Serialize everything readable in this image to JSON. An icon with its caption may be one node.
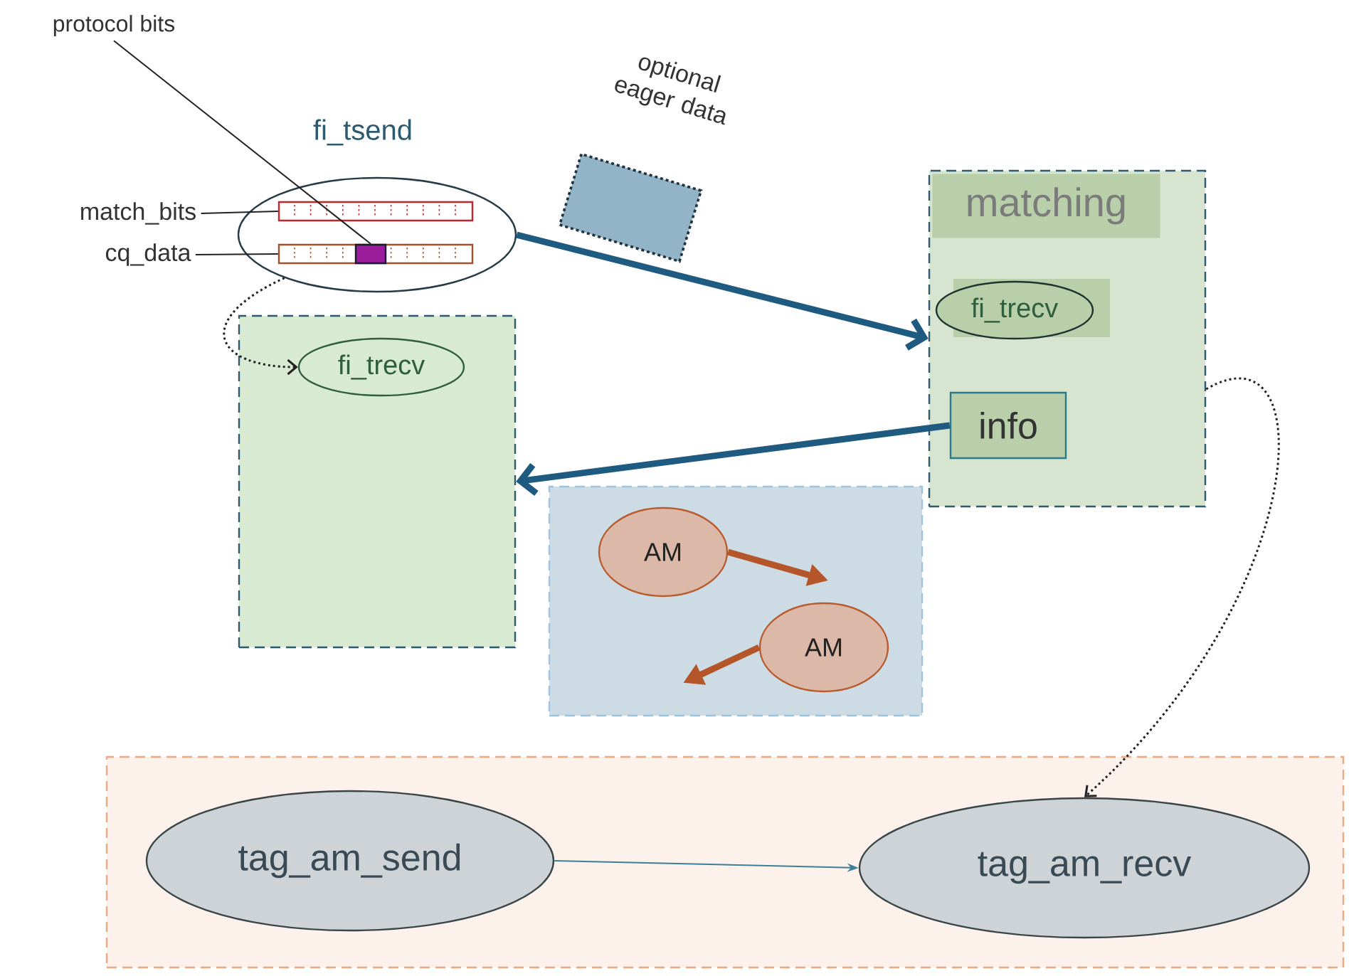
{
  "diagram": {
    "nodes": [
      {
        "text": [
          "protocol bits"
        ]
      },
      {
        "text": [
          "match_bits"
        ]
      },
      {
        "text": [
          "cq_data"
        ]
      },
      {
        "text": [
          "fi_tsend"
        ]
      },
      {
        "text": [],
        "shape": "bar",
        "in": 3
      },
      {
        "text": [],
        "shape": "bar",
        "in": 3
      },
      {
        "text": [],
        "shape": "box",
        "in": 5
      },
      {
        "text": [],
        "shape": "box",
        "beside": [
          "optional eager data"
        ]
      },
      {
        "text": [],
        "shape": "box"
      },
      {
        "text": [
          "fi_trecv"
        ],
        "in": 8
      },
      {
        "text": [
          "matching"
        ]
      },
      {
        "text": [
          "fi_trecv"
        ],
        "in": 10
      },
      {
        "text": [
          "info"
        ],
        "in": 10
      },
      {
        "text": [],
        "shape": "box"
      },
      {
        "text": [
          "AM"
        ],
        "in": 13
      },
      {
        "text": [
          "AM"
        ],
        "in": 13
      },
      {
        "text": [],
        "shape": "box"
      },
      {
        "text": [
          "tag_am_send"
        ],
        "in": 16
      },
      {
        "text": [
          "tag_am_recv"
        ],
        "in": 16
      }
    ],
    "edges": [
      {
        "from": 0,
        "to": 6,
        "arrow": "none"
      },
      {
        "from": 1,
        "to": 4,
        "arrow": "none"
      },
      {
        "from": 2,
        "to": 5,
        "arrow": "none"
      },
      {
        "from": 3,
        "to": 9,
        "arrow": "to",
        "style": "dashed"
      },
      {
        "from": 3,
        "to": 10,
        "arrow": "to",
        "style": "thick",
        "color": "#1f5a80"
      },
      {
        "from": 12,
        "to": 8,
        "arrow": "to",
        "style": "thick",
        "color": "#1f5a80"
      },
      {
        "from": 14,
        "to": null,
        "arrow": "to",
        "style": "thick",
        "color": "#b5562a"
      },
      {
        "from": 15,
        "to": null,
        "arrow": "to",
        "style": "thick",
        "color": "#b5562a"
      },
      {
        "from": 10,
        "to": 18,
        "arrow": "to",
        "style": "dashed"
      },
      {
        "from": 17,
        "to": 18,
        "arrow": "to",
        "color": "#3d7f98"
      }
    ]
  }
}
